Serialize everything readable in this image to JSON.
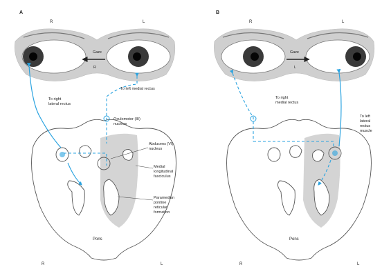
{
  "colors": {
    "pathway": "#2aa3e0",
    "outline": "#444444",
    "shade": "#d4d4d4",
    "eye_mask": "#cfcfcf",
    "iris": "#3a3a3a",
    "pupil": "#050505"
  },
  "panels": [
    {
      "letter": "A",
      "left_eye_side": "R",
      "right_eye_side": "L",
      "gaze_label": "Gaze",
      "gaze_side": "R",
      "gaze_direction": "left",
      "labels": {
        "medial_rectus": "To left medial rectus",
        "lateral_rectus_1": "To right",
        "lateral_rectus_2": "lateral rectus",
        "oculomotor_1": "Oculomotor (III)",
        "oculomotor_2": "nucleus",
        "abducens_1": "Abducens (VI)",
        "abducens_2": "nucleus",
        "mlf_1": "Medial",
        "mlf_2": "longitudinal",
        "mlf_3": "fasciculus",
        "pprf_1": "Paramedian",
        "pprf_2": "pontine",
        "pprf_3": "reticular",
        "pprf_4": "formation",
        "pons": "Pons",
        "bottom_left": "R",
        "bottom_right": "L"
      }
    },
    {
      "letter": "B",
      "left_eye_side": "R",
      "right_eye_side": "L",
      "gaze_label": "Gaze",
      "gaze_side": "L",
      "gaze_direction": "right",
      "labels": {
        "medial_rectus_1": "To right",
        "medial_rectus_2": "medial rectus",
        "lateral_rectus_1": "To left",
        "lateral_rectus_2": "lateral",
        "lateral_rectus_3": "rectus",
        "lateral_rectus_4": "muscle",
        "pons": "Pons",
        "bottom_left": "R",
        "bottom_right": "L"
      }
    }
  ]
}
